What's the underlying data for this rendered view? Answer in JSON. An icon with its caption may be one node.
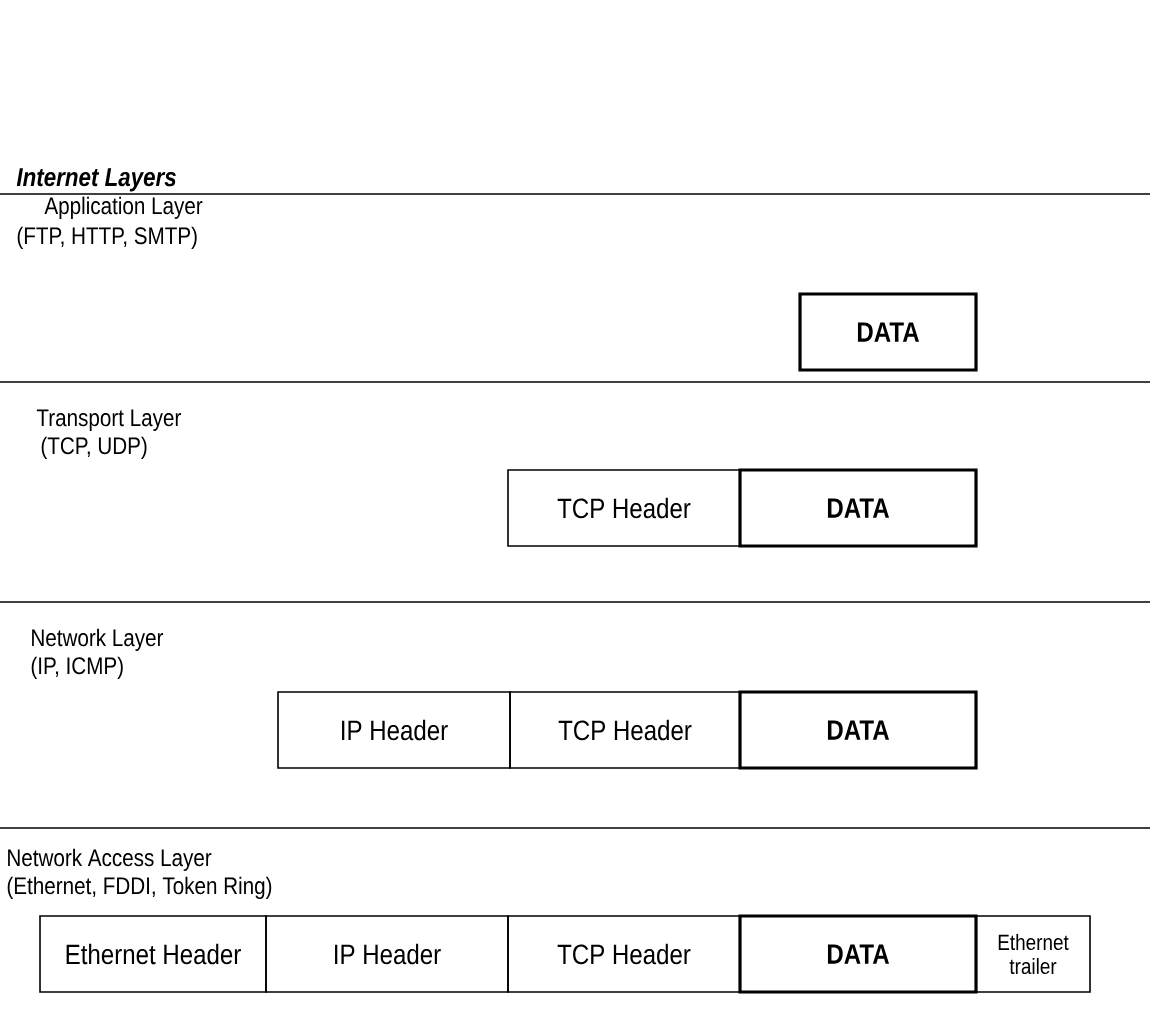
{
  "diagram": {
    "title": "Internet Layers",
    "nodes": [
      {
        "text": [
          "DATA"
        ]
      },
      {
        "text": [
          "TCP Header"
        ]
      },
      {
        "text": [
          "DATA"
        ]
      },
      {
        "text": [
          "IP Header"
        ]
      },
      {
        "text": [
          "TCP Header"
        ]
      },
      {
        "text": [
          "DATA"
        ]
      },
      {
        "text": [
          "Ethernet Header"
        ]
      },
      {
        "text": [
          "IP Header"
        ]
      },
      {
        "text": [
          "TCP Header"
        ]
      },
      {
        "text": [
          "DATA"
        ]
      },
      {
        "text": [
          "Ethernet trailer"
        ]
      }
    ],
    "labels": [
      "Application Layer",
      "(FTP, HTTP, SMTP)",
      "Transport Layer",
      "(TCP, UDP)",
      "Network Layer",
      "(IP, ICMP)",
      "Network Access Layer",
      "(Ethernet, FDDI, Token Ring)"
    ]
  }
}
